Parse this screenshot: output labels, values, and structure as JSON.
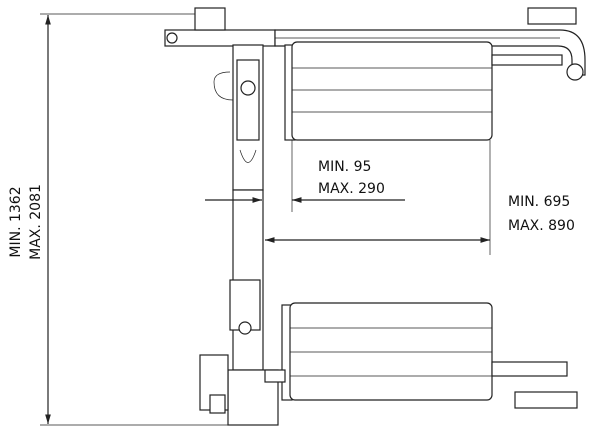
{
  "dimensions": {
    "overall_height": {
      "min": "MIN. 1362",
      "max": "MAX. 2081"
    },
    "clearance": {
      "min": "MIN. 95",
      "max": "MAX. 290"
    },
    "roller_spacing": {
      "min": "MIN. 695",
      "max": "MAX. 890"
    }
  }
}
